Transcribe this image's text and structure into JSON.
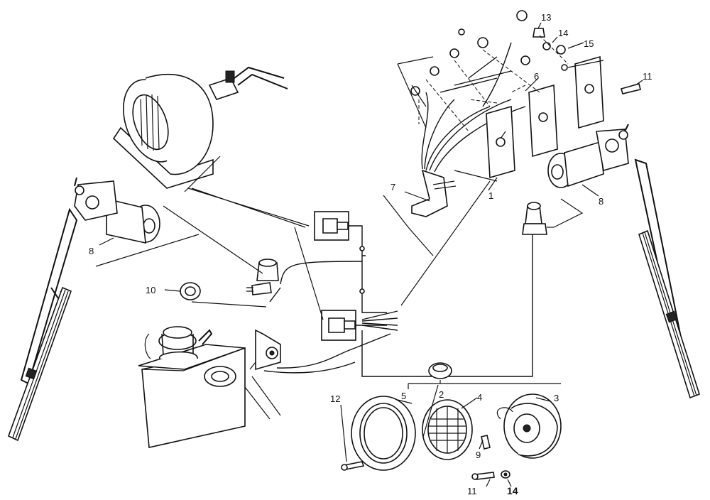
{
  "callouts": {
    "c1": "1",
    "c2": "2",
    "c3": "3",
    "c4": "4",
    "c5": "5",
    "c6": "6",
    "c7": "7",
    "c8a": "8",
    "c8b": "8",
    "c9": "9",
    "c10": "10",
    "c11a": "11",
    "c11b": "11",
    "c12": "12",
    "c13": "13",
    "c14a": "14",
    "c14b": "14",
    "c15": "15"
  }
}
